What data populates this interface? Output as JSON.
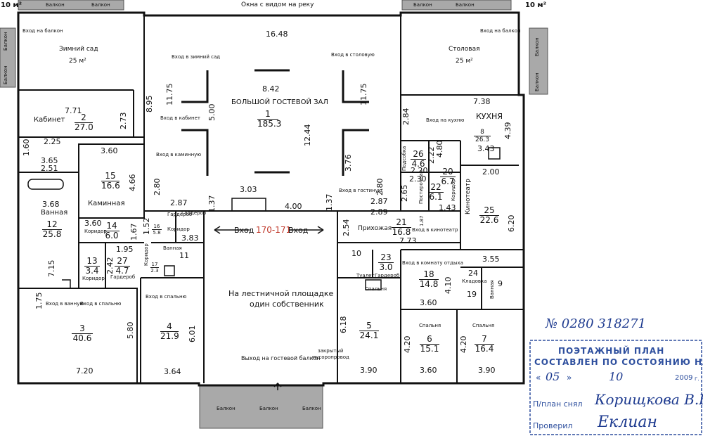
{
  "header": {
    "windows_label": "Окна с видом на реку",
    "area_left": "10 м²",
    "area_right": "10 м²"
  },
  "balcony_label": "Балкон",
  "rooms": {
    "winter_garden": {
      "name": "Зимний сад",
      "area": "25 м²",
      "entry": "Вход в зимний  сад",
      "entry_balcony": "Вход на балкон"
    },
    "dining": {
      "name": "Столовая",
      "area": "25 м²",
      "entry": "Вход в столовую",
      "entry_balcony": "Вход на балкон"
    },
    "hall": {
      "name": "БОЛЬШОЙ ГОСТЕВОЙ ЗАЛ",
      "num": "1",
      "area": "185.3",
      "dim_top": "16.48",
      "dim_mid": "8.42",
      "dim_h1": "11.75",
      "dim_h2": "11.75",
      "dim_w": "5.00",
      "dim_c": "12.44",
      "dim_r": "3.76"
    },
    "study": {
      "name": "Кабинет",
      "num": "2",
      "area": "27.0",
      "dim_w": "7.71",
      "dim_h": "2.73",
      "dim_v": "8.95",
      "entry": "Вход в кабинет",
      "dim_a": "2.25",
      "dim_b": "3.65",
      "dim_c": "2.51",
      "dim_d": "1.60"
    },
    "kitchen": {
      "name": "КУХНЯ",
      "num": "8",
      "area": "26.3",
      "dim_w": "7.38",
      "dim_h": "4.39",
      "dim_x": "3.43",
      "dim_y": "2.84",
      "entry": "Вход на кухню"
    },
    "fireplace": {
      "name": "Каминная",
      "num": "15",
      "area": "16.6",
      "dim_w": "3.60",
      "dim_h": "4.66",
      "entry": "Вход в каминную",
      "dim_v": "2.80"
    },
    "bath12": {
      "name": "Ванная",
      "num": "12",
      "area": "25.8",
      "dim_w": "3.68",
      "dim_h": "7.15"
    },
    "corr14": {
      "name": "Коридор",
      "num": "14",
      "area": "6.0",
      "dim_w": "3.60",
      "dim_h": "1.67"
    },
    "ward16": {
      "name": "Гардероб",
      "num": "16",
      "area": "5.8",
      "dim_w": "2.87",
      "dim_h": "1.52"
    },
    "corr17": {
      "name": "Коридор",
      "num": "17",
      "area": "2.3",
      "dim": "3.83"
    },
    "c13": {
      "name": "Коридор",
      "num": "13",
      "area": "3.4",
      "dim_w": "1.95",
      "dim_h": "2.42"
    },
    "w27": {
      "name": "Гардероб",
      "num": "27",
      "area": "4.7"
    },
    "b11": {
      "name": "Ванная",
      "num": "11"
    },
    "stair": {
      "dim_a": "3.03",
      "dim_b": "4.00",
      "dim_c": "1.37",
      "dim_d": "1.37",
      "entry": "Вход",
      "entry2": "Вход",
      "code": "170-171",
      "note_1": "На лестничной площадке",
      "note_2": "один собственник",
      "exit": "Выход на гостевой балкон",
      "chute_1": "закрытый",
      "chute_2": "мусоропровод"
    },
    "pantry26": {
      "name": "Подсобка",
      "num": "26",
      "area": "4.6",
      "dim_w": "2.20",
      "dim_h": "2.22",
      "dim_v": "4.80"
    },
    "pantry22": {
      "name": "Постирочная",
      "num": "22",
      "area": "6.1",
      "dim_w": "2.30",
      "dim_h": "2.65"
    },
    "corr20": {
      "name": "Коридор",
      "num": "20",
      "area": "6.7",
      "dim_w": "1.43",
      "dim_h": "2.00"
    },
    "cinema": {
      "name": "Кинотеатр",
      "num": "25",
      "area": "22.6",
      "dim_w": "3.55",
      "dim_h": "6.20",
      "entry": "Вход в кинотеатр"
    },
    "lobby21": {
      "name": "Прихожая",
      "num": "21",
      "area": "16.8",
      "dim_w": "7.73",
      "dim_h": "2.54",
      "dim_a": "2.87",
      "dim_b": "2.89",
      "dim_c": "2.80",
      "dim_v": "1.87",
      "entry": "Вход в гостиную"
    },
    "toilet10": {
      "name": "Туалет",
      "num": "10"
    },
    "w23": {
      "name": "Гардероб",
      "num": "23",
      "area": "3.0"
    },
    "rest18": {
      "name": "",
      "num": "18",
      "area": "14.8",
      "dim_w": "3.60",
      "dim_h": "4.10",
      "entry": "Вход в комнату отдыха"
    },
    "closet24": {
      "name": "Кладовка",
      "num": "24",
      "num19": "19",
      "num9": "9",
      "bath9": "Ванная"
    },
    "bed3": {
      "name": "",
      "num": "3",
      "area": "40.6",
      "dim_w": "7.20",
      "dim_h": "5.80",
      "dim_v": "1.75",
      "entry_bath": "Вход в ванную",
      "entry_bed": "Вход в спальню"
    },
    "bed4": {
      "name": "",
      "num": "4",
      "area": "21.9",
      "dim_w": "3.64",
      "dim_h": "6.01",
      "entry": "Вход в спальню"
    },
    "bed5": {
      "name": "Спальня",
      "num": "5",
      "area": "24.1",
      "dim_w": "3.90",
      "dim_h": "6.18"
    },
    "bed6": {
      "name": "Спальня",
      "num": "6",
      "area": "15.1",
      "dim_w": "3.60",
      "dim_h": "4.20"
    },
    "bed7": {
      "name": "Спальня",
      "num": "7",
      "area": "16.4",
      "dim_w": "3.90",
      "dim_h": "4.20"
    }
  },
  "stamp": {
    "number": "№ 0280 318271",
    "title_1": "ПОЭТАЖНЫЙ ПЛАН",
    "title_2": "СОСТАВЛЕН ПО СОСТОЯНИЮ НА",
    "day": "05",
    "month": "10",
    "year": "2009",
    "year_suffix": "г.",
    "drawn_label": "П/план снял",
    "drawn_by": "Корищкова В.В.",
    "checked_label": "Проверил",
    "checked_by": "Еклиан"
  },
  "colors": {
    "wall": "#111111",
    "balcony": "#a9a9a9",
    "stamp": "#2e4f9e"
  }
}
